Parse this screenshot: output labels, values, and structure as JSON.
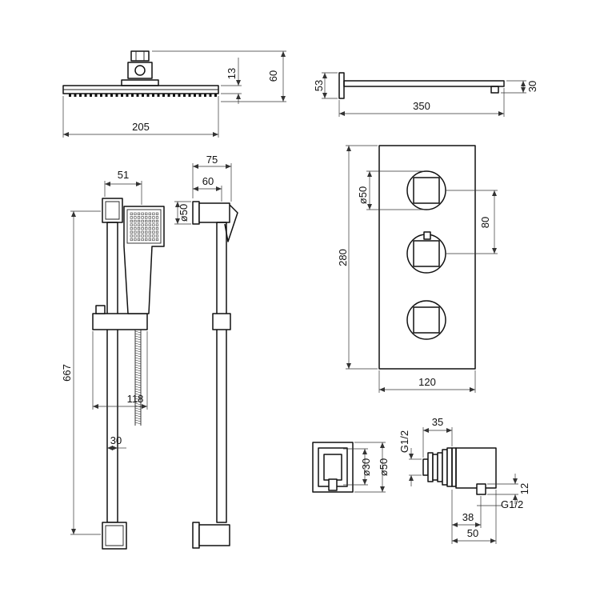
{
  "dimensions": {
    "overhead_width": "205",
    "overhead_height": "60",
    "overhead_plate": "13",
    "arm_length": "350",
    "arm_flange": "53",
    "arm_drop": "30",
    "handset_width": "51",
    "arm_projection_total": "75",
    "arm_projection": "60",
    "bracket_diameter": "ø50",
    "rail_length": "667",
    "rail_offset": "118",
    "rail_diameter": "30",
    "valve_height": "280",
    "valve_width": "120",
    "knob_diameter": "ø50",
    "knob_spacing": "80",
    "outlet_depth": "35",
    "outlet_thread_top": "G1/2",
    "outlet_inner_diameter": "ø30",
    "outlet_outer_diameter": "ø50",
    "outlet_offset": "12",
    "outlet_thread_bottom": "G1/2",
    "outlet_length_inner": "38",
    "outlet_length_total": "50"
  }
}
